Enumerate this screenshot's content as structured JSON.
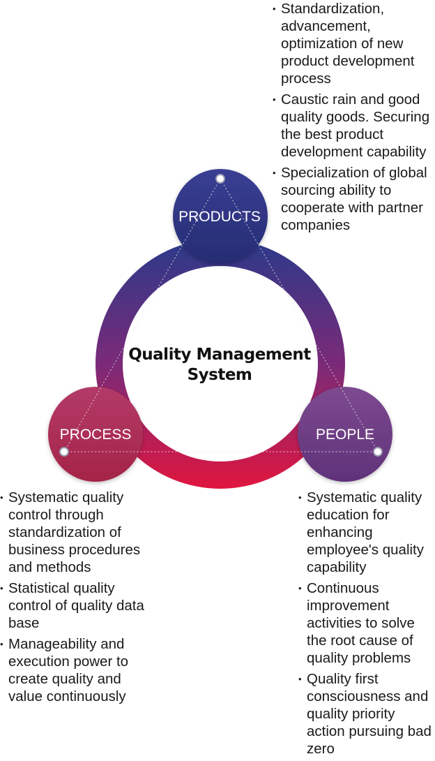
{
  "diagram": {
    "center": {
      "title_line1": "Quality Management",
      "title_line2": "System"
    },
    "nodes": [
      {
        "id": "products",
        "label": "PRODUCTS",
        "color": "#2e3581",
        "bullets": [
          "Standardization, advancement, optimization of new product development process",
          "Caustic rain and good quality goods. Securing the best product development capability",
          "Specialization of global sourcing ability to cooperate with partner companies"
        ]
      },
      {
        "id": "process",
        "label": "PROCESS",
        "color": "#b02a55",
        "bullets": [
          "Systematic quality control through standardization of business procedures and methods",
          "Statistical quality control of quality data base",
          "Manageability and execution power to create quality and value continuously"
        ]
      },
      {
        "id": "people",
        "label": "PEOPLE",
        "color": "#6e3c86",
        "bullets": [
          "Systematic quality education for enhancing employee's quality capability",
          "Continuous improvement activities to solve the root cause of quality problems",
          "Quality first consciousness and quality priority action pursuing bad zero"
        ]
      }
    ],
    "ring_colors": {
      "top": "#2b3a8a",
      "middle": "#7a2a78",
      "bottom": "#e0163f"
    }
  }
}
